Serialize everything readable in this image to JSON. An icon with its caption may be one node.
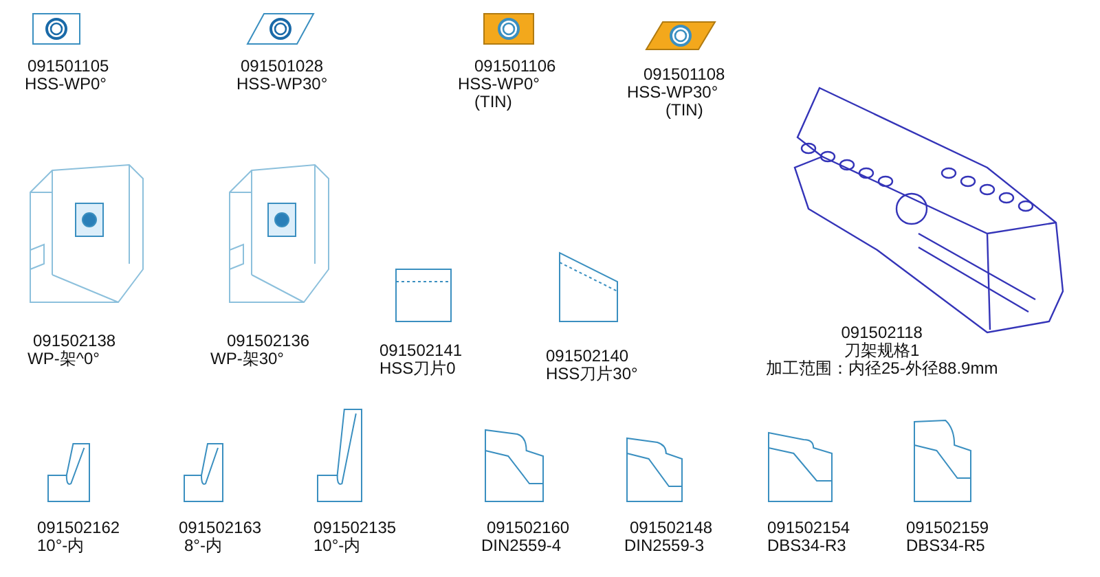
{
  "diagram": {
    "labels": [
      "091501105",
      "HSS-WP0°",
      "091501028",
      "HSS-WP30°",
      "091501106",
      "HSS-WP0°",
      "(TIN)",
      "091501108",
      "HSS-WP30°",
      "(TIN)",
      "091502138",
      "WP-架^0°",
      "091502136",
      "WP-架30°",
      "091502141",
      "HSS刀片0",
      "091502140",
      "HSS刀片30°",
      "091502118",
      "刀架规格1",
      "加工范围：内径25-外径88.9mm",
      "091502162",
      "10°-内",
      "091502163",
      "8°-内",
      "091502135",
      "10°-内",
      "091502160",
      "DIN2559-4",
      "091502148",
      "DIN2559-3",
      "091502154",
      "DBS34-R3",
      "091502159",
      "DBS34-R5"
    ]
  }
}
